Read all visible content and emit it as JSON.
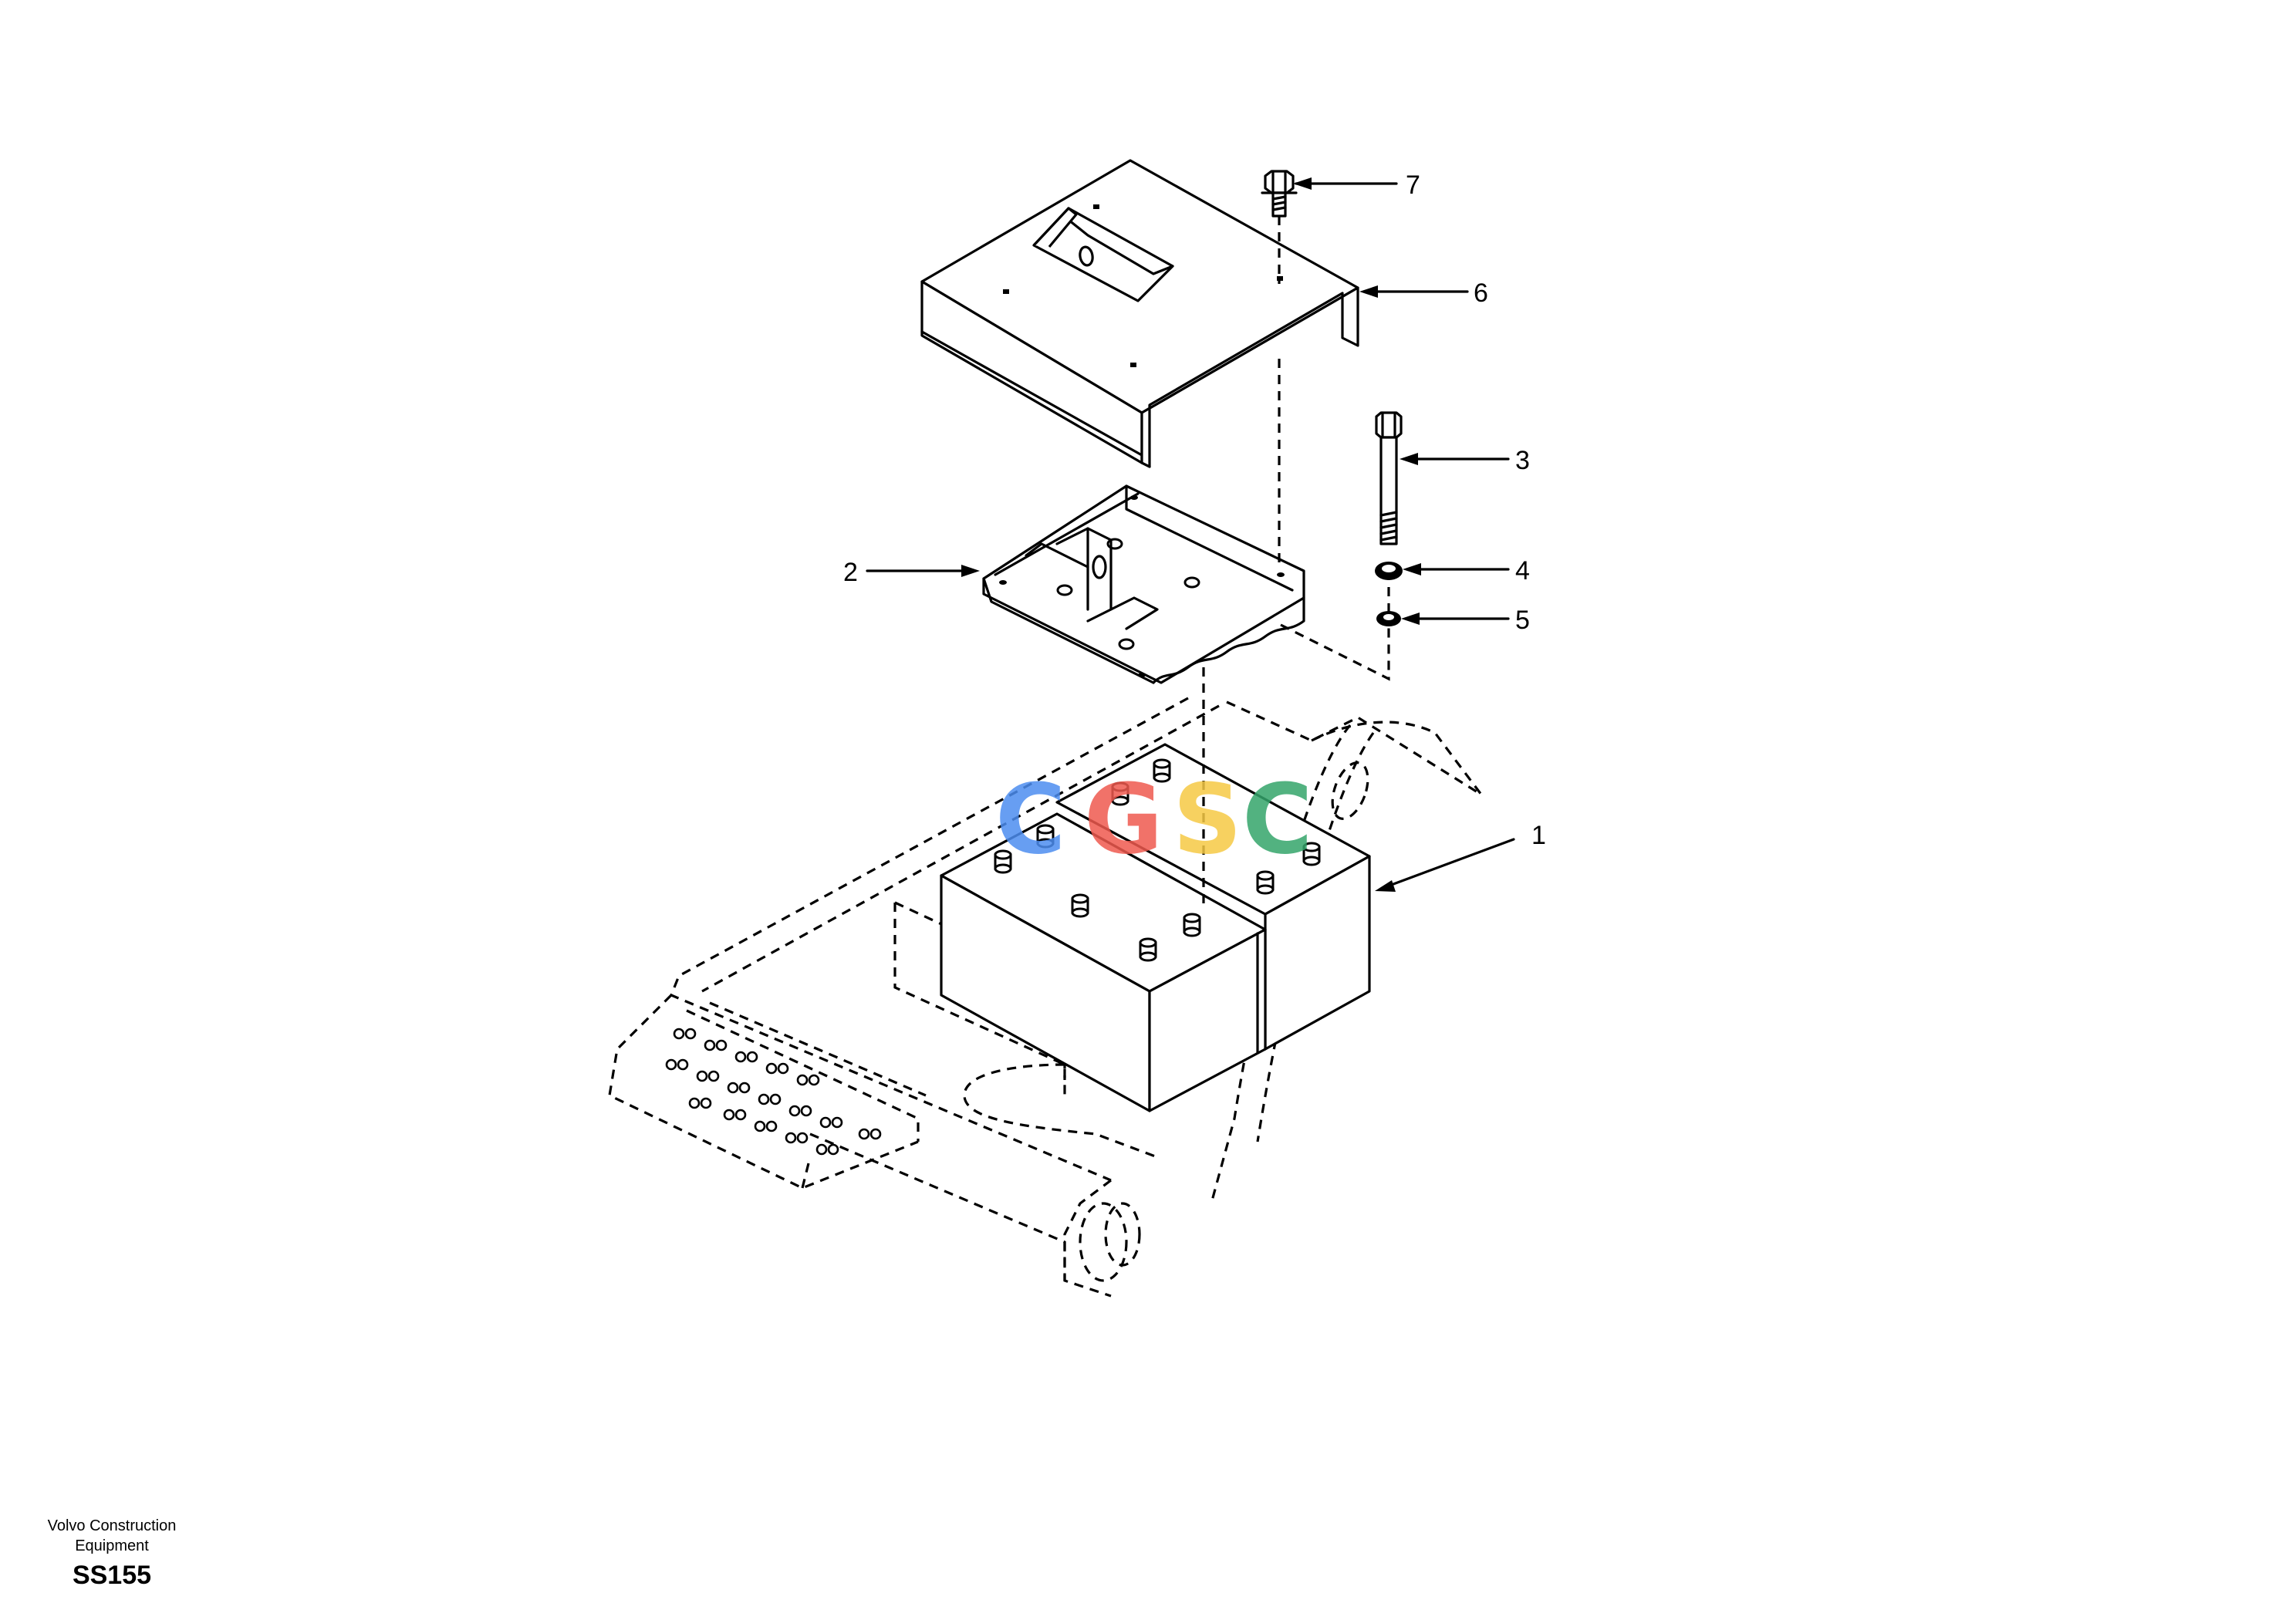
{
  "callouts": [
    {
      "id": "1",
      "label": "1"
    },
    {
      "id": "2",
      "label": "2"
    },
    {
      "id": "3",
      "label": "3"
    },
    {
      "id": "4",
      "label": "4"
    },
    {
      "id": "5",
      "label": "5"
    },
    {
      "id": "6",
      "label": "6"
    },
    {
      "id": "7",
      "label": "7"
    }
  ],
  "footer": {
    "company": "Volvo Construction Equipment",
    "drawing_code": "SS155"
  },
  "watermark": {
    "letters": [
      "C",
      "G",
      "S",
      "C"
    ],
    "colors": [
      "#4d8ef0",
      "#ef5a4f",
      "#f6c945",
      "#34a56b"
    ]
  }
}
